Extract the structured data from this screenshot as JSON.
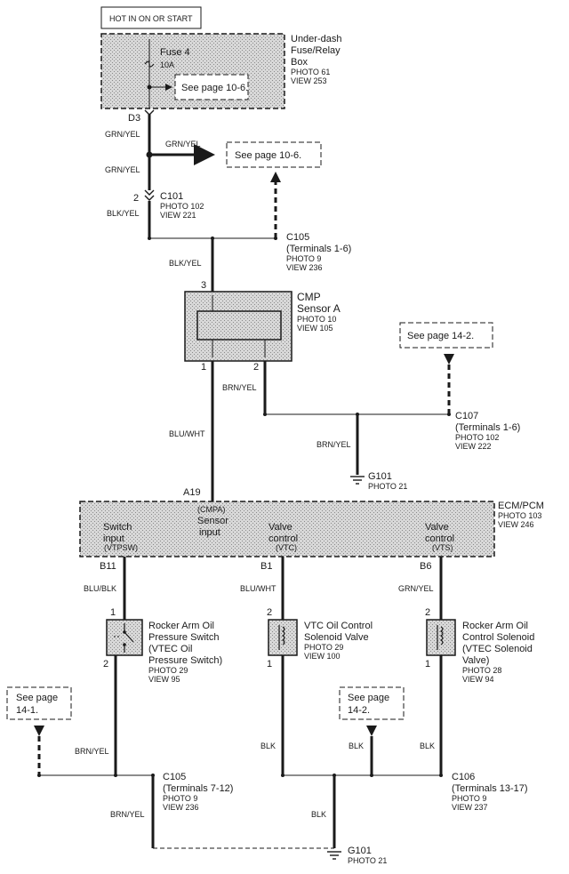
{
  "supply": {
    "header": "HOT IN ON OR START"
  },
  "fuse_box": {
    "fuse_label": "Fuse 4",
    "fuse_rating": "10A",
    "see_page": "See page 10-6.",
    "name_lines": [
      "Under-dash",
      "Fuse/Relay",
      "Box"
    ],
    "photo": "PHOTO 61",
    "view": "VIEW 253",
    "terminal": "D3"
  },
  "wires_top": {
    "grn_yel_1": "GRN/YEL",
    "grn_yel_branch": "GRN/YEL",
    "grn_yel_2": "GRN/YEL",
    "blk_yel_1": "BLK/YEL",
    "blk_yel_2": "BLK/YEL",
    "branch_see_page": "See page 10-6."
  },
  "c101": {
    "pin": "2",
    "name": "C101",
    "photo": "PHOTO 102",
    "view": "VIEW 221"
  },
  "c105_top": {
    "name": "C105",
    "terminals": "(Terminals 1-6)",
    "photo": "PHOTO 9",
    "view": "VIEW 236"
  },
  "cmp_sensor": {
    "name_lines": [
      "CMP",
      "Sensor A"
    ],
    "photo": "PHOTO 10",
    "view": "VIEW 105",
    "pin_top": "3",
    "pin_left": "1",
    "pin_right": "2"
  },
  "see_page_14_2_top": "See page 14-2.",
  "wire_brn_yel_sensor": "BRN/YEL",
  "wire_blu_wht": "BLU/WHT",
  "c107": {
    "name": "C107",
    "terminals": "(Terminals 1-6)",
    "photo": "PHOTO 102",
    "view": "VIEW 222"
  },
  "wire_brn_yel_g": "BRN/YEL",
  "g101_top": {
    "name": "G101",
    "photo": "PHOTO 21"
  },
  "ecm": {
    "pin_top": "A19",
    "name": "ECM/PCM",
    "photo": "PHOTO 103",
    "view": "VIEW 246",
    "inputs": [
      {
        "lines": [
          "Switch",
          "input"
        ],
        "code": "(VTPSW)"
      },
      {
        "lines": [
          "Sensor",
          "input"
        ],
        "code": "(CMPA)"
      },
      {
        "lines": [
          "Valve",
          "control"
        ],
        "code": "(VTC)"
      },
      {
        "lines": [
          "Valve",
          "control"
        ],
        "code": "(VTS)"
      }
    ],
    "pins_bottom": [
      "B11",
      "B1",
      "B6"
    ]
  },
  "wires_bottom": {
    "blu_blk": "BLU/BLK",
    "blu_wht": "BLU/WHT",
    "grn_yel": "GRN/YEL"
  },
  "rocker_switch": {
    "name_lines": [
      "Rocker Arm Oil",
      "Pressure Switch",
      "(VTEC Oil",
      "Pressure Switch)"
    ],
    "photo": "PHOTO 29",
    "view": "VIEW 95",
    "pin_top": "1",
    "pin_bottom": "2"
  },
  "vtc_valve": {
    "name_lines": [
      "VTC Oil Control",
      "Solenoid Valve"
    ],
    "photo": "PHOTO 29",
    "view": "VIEW 100",
    "pin_top": "2",
    "pin_bottom": "1"
  },
  "rocker_solenoid": {
    "name_lines": [
      "Rocker Arm Oil",
      "Control Solenoid",
      "(VTEC Solenoid",
      "Valve)"
    ],
    "photo": "PHOTO 28",
    "view": "VIEW 94",
    "pin_top": "2",
    "pin_bottom": "1"
  },
  "see_page_14_1": [
    "See page",
    "14-1."
  ],
  "see_page_14_2_bottom": [
    "See page",
    "14-2."
  ],
  "wires_lower": {
    "brn_yel_1": "BRN/YEL",
    "brn_yel_2": "BRN/YEL",
    "blk_1": "BLK",
    "blk_2": "BLK",
    "blk_3": "BLK",
    "blk_4": "BLK"
  },
  "c105_bottom": {
    "name": "C105",
    "terminals": "(Terminals 7-12)",
    "photo": "PHOTO 9",
    "view": "VIEW 236"
  },
  "c106": {
    "name": "C106",
    "terminals": "(Terminals 13-17)",
    "photo": "PHOTO 9",
    "view": "VIEW 237"
  },
  "g101_bottom": {
    "name": "G101",
    "photo": "PHOTO 21"
  }
}
